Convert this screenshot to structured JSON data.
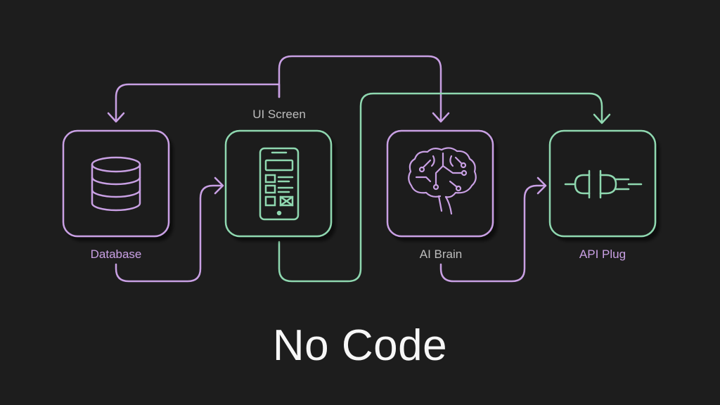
{
  "title": "No Code",
  "nodes": [
    {
      "id": "database",
      "label": "Database",
      "color": "#c9a0e4",
      "icon": "database-icon"
    },
    {
      "id": "ui-screen",
      "label": "UI Screen",
      "color": "#8fd8b0",
      "icon": "mobile-wireframe-icon"
    },
    {
      "id": "ai-brain",
      "label": "AI Brain",
      "color": "#c9a0e4",
      "icon": "brain-circuit-icon"
    },
    {
      "id": "api-plug",
      "label": "API Plug",
      "color": "#8fd8b0",
      "icon": "plug-icon"
    }
  ],
  "colors": {
    "background": "#1d1d1d",
    "purple": "#c9a0e4",
    "green": "#8fd8b0",
    "title": "#f7f7f7",
    "label_gray": "#bdbdbd"
  }
}
